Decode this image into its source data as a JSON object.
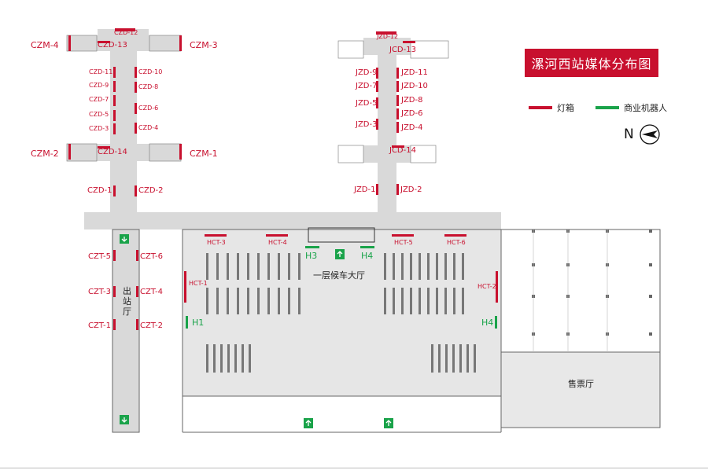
{
  "title": "漯河西站媒体分布图",
  "legend": {
    "lightbox_label": "灯箱",
    "lightbox_color": "#c8102e",
    "robot_label": "商业机器人",
    "robot_color": "#1aa34a"
  },
  "north_label": "N",
  "areas": {
    "waiting_hall": "一层候车大厅",
    "exit_hall": "出站厅",
    "ticket_hall": "售票厅"
  },
  "lightboxes": [
    "CZD-12",
    "CZD-13",
    "CZD-11",
    "CZD-10",
    "CZD-9",
    "CZD-8",
    "CZD-7",
    "CZD-6",
    "CZD-5",
    "CZD-4",
    "CZD-3",
    "CZD-14",
    "CZD-1",
    "CZD-2",
    "CZM-4",
    "CZM-3",
    "CZM-2",
    "CZM-1",
    "JZD-12",
    "JCD-13",
    "JZD-9",
    "JZD-11",
    "JZD-7",
    "JZD-10",
    "JZD-5",
    "JZD-8",
    "JZD-6",
    "JZD-3",
    "JZD-4",
    "JCD-14",
    "JZD-1",
    "JZD-2",
    "CZT-5",
    "CZT-6",
    "CZT-3",
    "CZT-4",
    "CZT-1",
    "CZT-2",
    "HCT-3",
    "HCT-4",
    "HCT-5",
    "HCT-6",
    "HCT-1",
    "HCT-2"
  ],
  "robots": [
    "H1",
    "H3",
    "H4",
    "H4"
  ]
}
